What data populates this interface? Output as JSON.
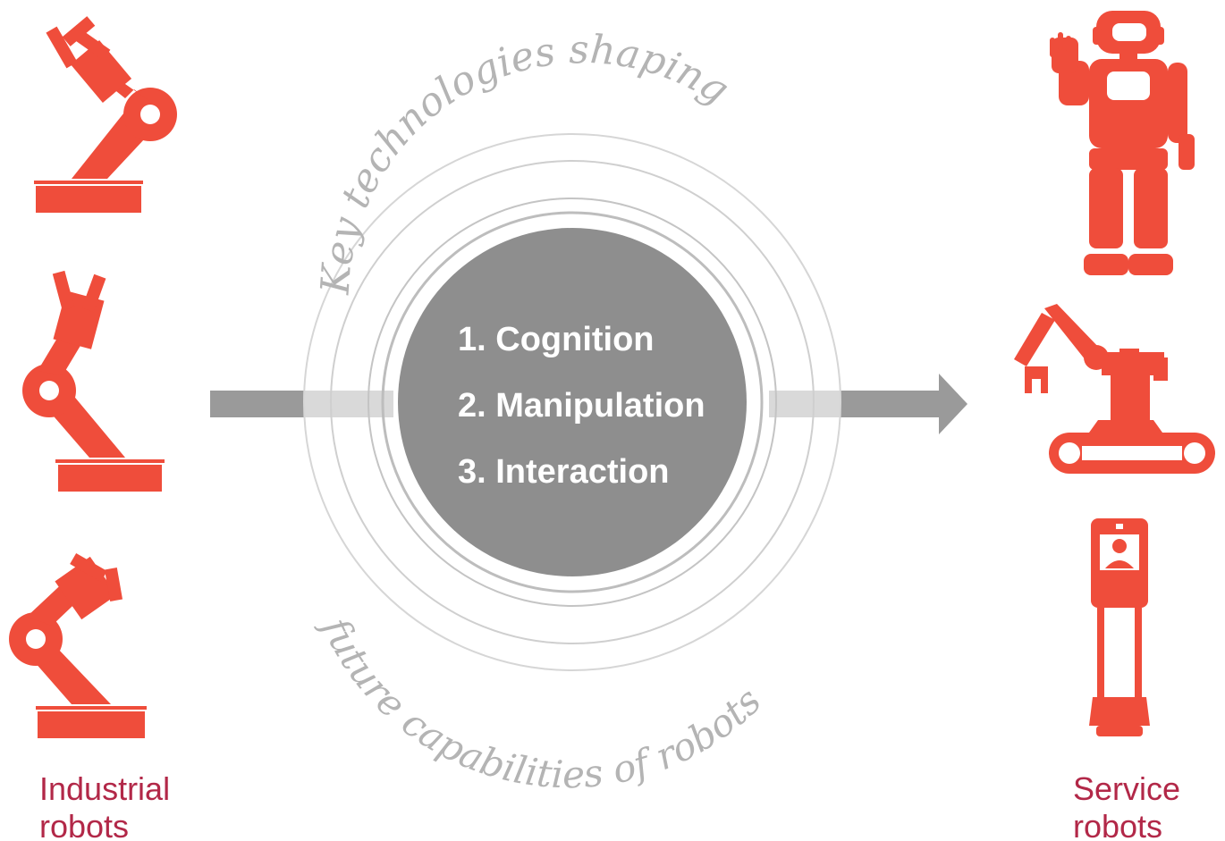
{
  "colors": {
    "icon_red": "#ef4d3b",
    "label_crimson": "#b22848",
    "core_gray": "#8e8e8e",
    "arrow_gray": "#9a9a9a",
    "ring_gray": "#c8c8c8",
    "arc_text_gray": "#b4b4b4"
  },
  "arc_text": {
    "top": "Key technologies shaping",
    "bottom": "future capabilities of robots"
  },
  "core": {
    "items": [
      "1. Cognition",
      "2. Manipulation",
      "3. Interaction"
    ]
  },
  "left_group": {
    "label_line1": "Industrial",
    "label_line2": "robots",
    "icons": [
      "industrial-arm-icon",
      "industrial-arm-icon",
      "industrial-arm-icon"
    ]
  },
  "right_group": {
    "label_line1": "Service",
    "label_line2": "robots",
    "icons": [
      "humanoid-robot-icon",
      "tracked-arm-robot-icon",
      "telepresence-robot-icon"
    ]
  }
}
